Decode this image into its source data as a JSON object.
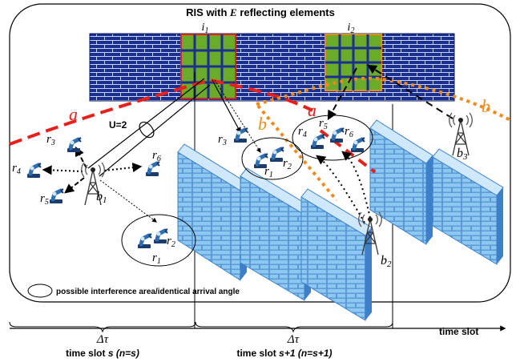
{
  "title": "RIS with E reflecting elements",
  "title_prefix": "RIS with ",
  "title_var": "E",
  "title_suffix": " reflecting elements",
  "ris_elements": [
    {
      "label": "i",
      "sub": "1"
    },
    {
      "label": "i",
      "sub": "2"
    }
  ],
  "links": {
    "a": "a",
    "b": "b",
    "u_label": "U=2"
  },
  "base_stations": [
    {
      "label": "b",
      "sub": "1"
    },
    {
      "label": "b",
      "sub": "2"
    },
    {
      "label": "b",
      "sub": "3"
    }
  ],
  "robots": {
    "r1": {
      "label": "r",
      "sub": "1"
    },
    "r2": {
      "label": "r",
      "sub": "2"
    },
    "r3": {
      "label": "r",
      "sub": "3"
    },
    "r4": {
      "label": "r",
      "sub": "4"
    },
    "r5": {
      "label": "r",
      "sub": "5"
    },
    "r6": {
      "label": "r",
      "sub": "6"
    }
  },
  "legend": {
    "text": "possible interference area/identical arrival angle"
  },
  "timeline": {
    "delta": "Δτ",
    "axis_label": "time slot",
    "slot1": "time slot ",
    "slot1_var": "s",
    "slot1_paren": " (n=s)",
    "slot2": "time slot ",
    "slot2_var": "s+1",
    "slot2_paren": " (n=s+1)"
  },
  "colors": {
    "link_a": "#e8201c",
    "link_b": "#f08a1c",
    "ris_brick": "#1a2f8f",
    "ris_active": "#6aab2a",
    "wall_light": "#8ec8f0",
    "wall_dark": "#3d7fc9",
    "robot": "#2f6fb0"
  }
}
